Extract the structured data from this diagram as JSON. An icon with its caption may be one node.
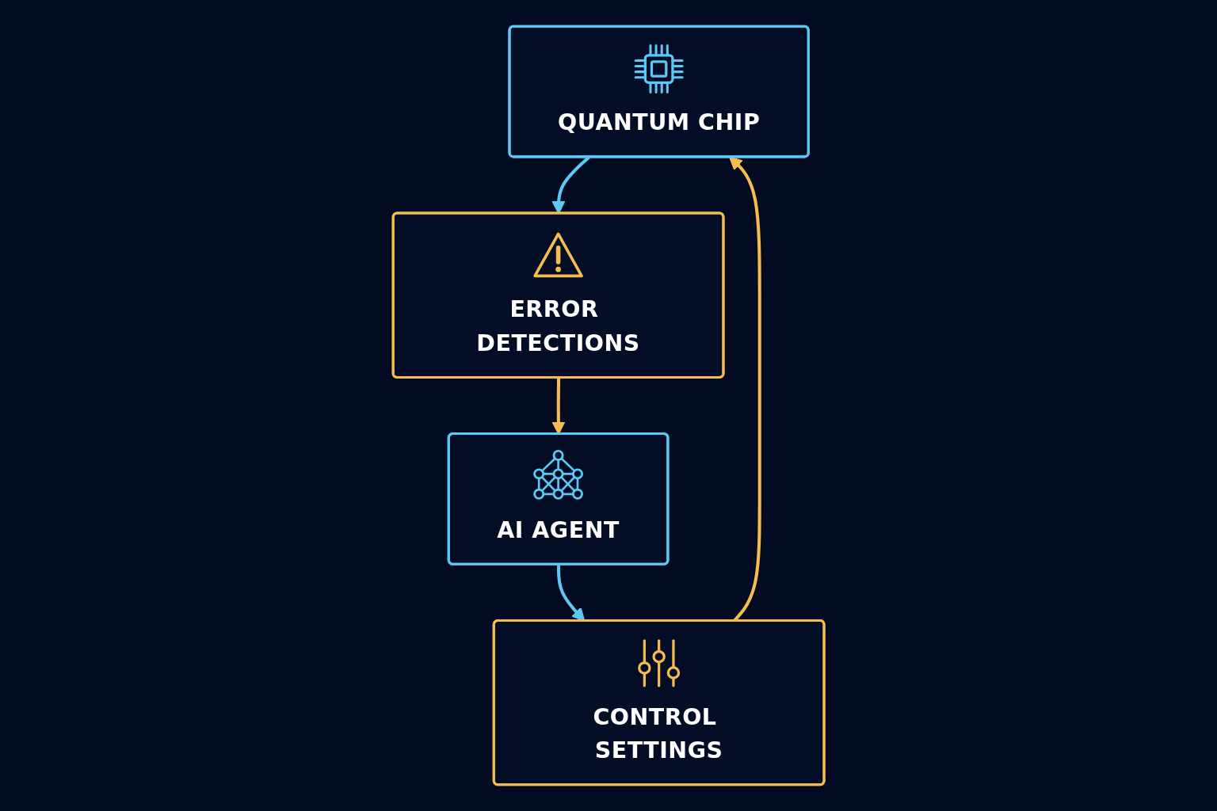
{
  "diagram": {
    "nodes": [
      {
        "text": [
          "QUANTUM CHIP"
        ]
      },
      {
        "text": [
          "ERROR DETECTIONS"
        ]
      },
      {
        "text": [
          "AI AGENT"
        ]
      },
      {
        "text": [
          "CONTROL SETTINGS"
        ]
      }
    ],
    "edges": [
      {
        "from": 0,
        "to": 1,
        "arrow": "to",
        "color": "#5bc8f5"
      },
      {
        "from": 1,
        "to": 2,
        "arrow": "to",
        "color": "#f5bd4f"
      },
      {
        "from": 2,
        "to": 3,
        "arrow": "to",
        "color": "#5bc8f5"
      },
      {
        "from": 3,
        "to": 0,
        "arrow": "to",
        "color": "#f5bd4f"
      }
    ]
  }
}
